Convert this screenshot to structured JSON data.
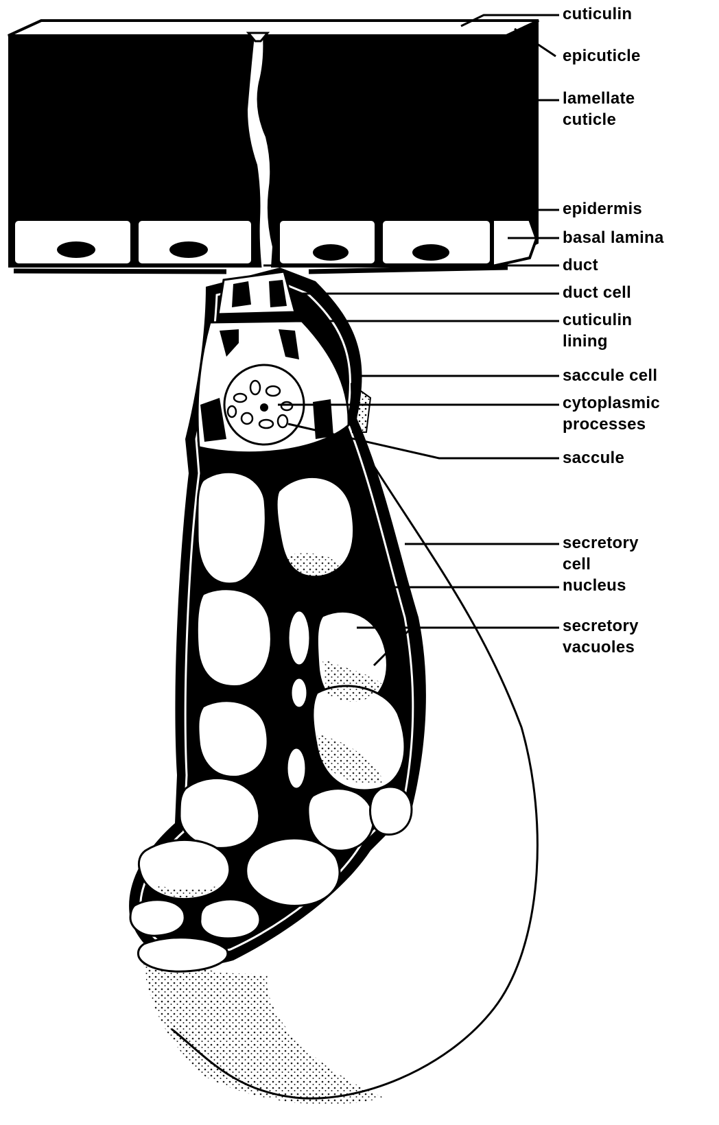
{
  "labels": {
    "cuticulin": "cuticulin",
    "epicuticle": "epicuticle",
    "lamellate_cuticle": "lamellate\ncuticle",
    "epidermis": "epidermis",
    "basal_lamina": "basal lamina",
    "duct": "duct",
    "duct_cell": "duct cell",
    "cuticulin_lining": "cuticulin\nlining",
    "saccule_cell": "saccule cell",
    "cytoplasmic_processes": "cytoplasmic\nprocesses",
    "saccule": "saccule",
    "secretory_cell_nucleus": "secretory\ncell\nnucleus",
    "secretory_vacuoles": "secretory\nvacuoles"
  }
}
